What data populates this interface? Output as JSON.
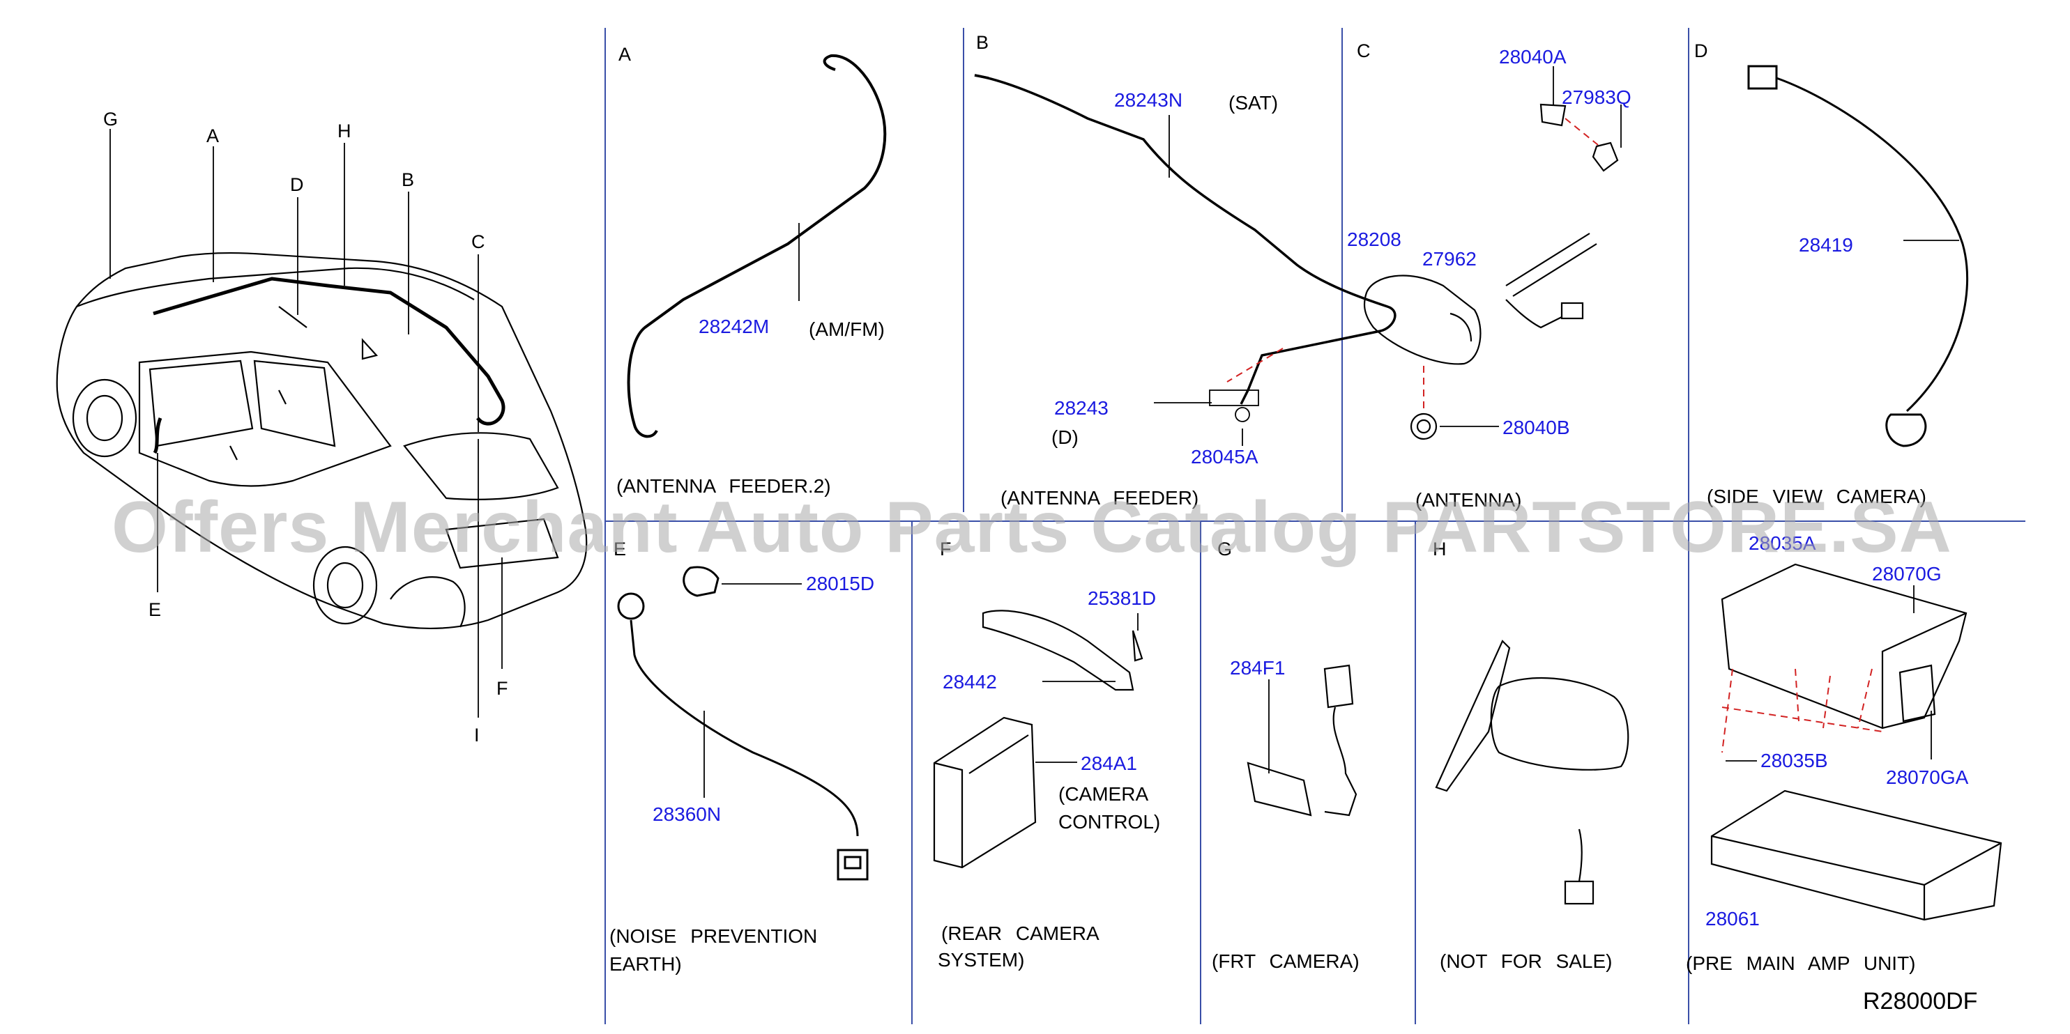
{
  "car_callouts": [
    "G",
    "A",
    "D",
    "H",
    "B",
    "C",
    "E",
    "F",
    "I"
  ],
  "panels": {
    "A": {
      "letter": "A",
      "parts": [
        "28242M"
      ],
      "notes": [
        "(AM/FM)"
      ],
      "caption": "(ANTENNA FEEDER.2)"
    },
    "B": {
      "letter": "B",
      "parts": [
        "28243N",
        "28243",
        "28045A"
      ],
      "notes": [
        "(SAT)",
        "(D)"
      ],
      "caption": "(ANTENNA FEEDER)"
    },
    "C": {
      "letter": "C",
      "parts": [
        "28040A",
        "27983Q",
        "28208",
        "27962",
        "28040B"
      ],
      "caption": "(ANTENNA)"
    },
    "D": {
      "letter": "D",
      "parts": [
        "28419"
      ],
      "caption": "(SIDE VIEW CAMERA)"
    },
    "E": {
      "letter": "E",
      "parts": [
        "28015D",
        "28360N"
      ],
      "caption": [
        "(NOISE PREVENTION",
        "EARTH)"
      ]
    },
    "F": {
      "letter": "F",
      "parts": [
        "25381D",
        "28442",
        "284A1"
      ],
      "notes": [
        "(CAMERA",
        "CONTROL)"
      ],
      "caption": [
        "(REAR CAMERA",
        "SYSTEM)"
      ]
    },
    "G": {
      "letter": "G",
      "parts": [
        "284F1"
      ],
      "caption": "(FRT CAMERA)"
    },
    "H": {
      "letter": "H",
      "caption": "(NOT FOR SALE)"
    },
    "I": {
      "parts": [
        "28035A",
        "28070G",
        "28035B",
        "28070GA",
        "28061"
      ],
      "caption": "(PRE MAIN AMP UNIT)"
    }
  },
  "diagram_ref": "R28000DF",
  "watermark": "Offers Merchant Auto Parts Catalog PARTSTORE.SA",
  "colors": {
    "part_number": "#1a1ae0",
    "line": "#000000",
    "divider": "#3a4fa8",
    "leader_dash": "#d22222",
    "watermark": "#aaaaaa"
  }
}
